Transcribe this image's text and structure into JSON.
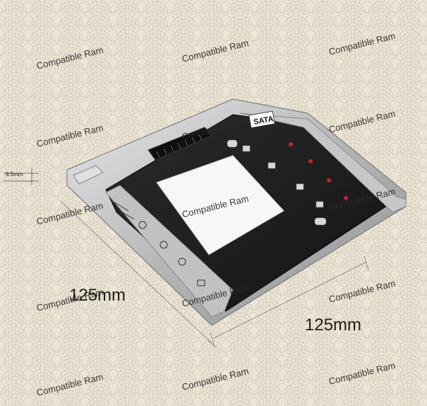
{
  "watermark": {
    "text": "Compatible Ram"
  },
  "dimensions": {
    "length_left": "125mm",
    "length_right": "125mm",
    "thickness": "9.5mm"
  },
  "caddy": {
    "connector_label": "SATA",
    "body_color": "#1d1d1f",
    "frame_color": "#b9bbbd",
    "center_label_color": "#f7f7f7",
    "background_color": "#e9e2d3"
  }
}
